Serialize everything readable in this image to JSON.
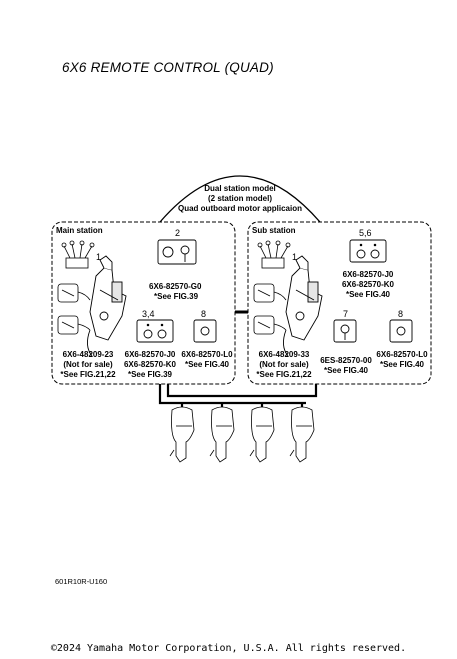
{
  "title": "6X6 REMOTE CONTROL (QUAD)",
  "dual_station": {
    "line1": "Dual station model",
    "line2": "(2 station model)",
    "line3": "Quad outboard motor applicaion"
  },
  "main_station": {
    "label": "Main station",
    "ref1": "1",
    "ref2": "2",
    "ref34": "3,4",
    "ref8": "8",
    "part2": "6X6-82570-G0",
    "part2_see": "*See FIG.39",
    "part1": "6X6-48209-23",
    "part1_note": "(Not for sale)",
    "part1_see": "*See FIG.21,22",
    "part34a": "6X6-82570-J0",
    "part34b": "6X6-82570-K0",
    "part34_see": "*See FIG.39",
    "part8": "6X6-82570-L0",
    "part8_see": "*See FIG.40"
  },
  "sub_station": {
    "label": "Sub station",
    "ref1": "1",
    "ref56": "5,6",
    "ref7": "7",
    "ref8": "8",
    "part56a": "6X6-82570-J0",
    "part56b": "6X6-82570-K0",
    "part56_see": "*See FIG.40",
    "part1": "6X6-48209-33",
    "part1_note": "(Not for sale)",
    "part1_see": "*See FIG.21,22",
    "part7": "6ES-82570-00",
    "part7_see": "*See FIG.40",
    "part8": "6X6-82570-L0",
    "part8_see": "*See FIG.40"
  },
  "drawing_code": "601R10R-U160",
  "footer": "©2024 Yamaha Motor Corporation, U.S.A. All rights reserved."
}
